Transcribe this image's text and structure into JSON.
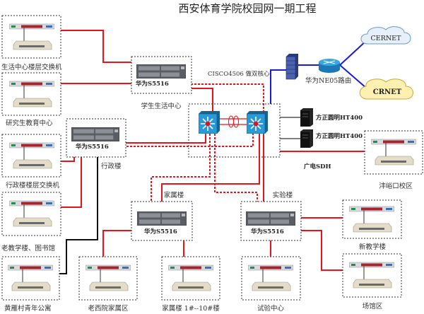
{
  "title": "西安体育学院校园网一期工程",
  "core": {
    "label": "CISCO4506 做双核心",
    "sdh_label": "广电SDH"
  },
  "router": {
    "label": "华为NE05路由"
  },
  "clouds": {
    "cernet": "CERNET",
    "crnet": "CRNET"
  },
  "servers": [
    "方正圆明HT400",
    "方正圆明HT400"
  ],
  "distribution": {
    "student": {
      "model": "华为S5516",
      "name": "学生生活中心"
    },
    "admin": {
      "model": "华为S5516",
      "name": "行政楼"
    },
    "family": {
      "model": "华为S5516",
      "name": "家属楼"
    },
    "lab": {
      "model": "华为S5516",
      "name": "实验楼"
    }
  },
  "access": {
    "life_center": "生活中心楼层交换机",
    "grad": "研究生教育中心",
    "admin_floor": "行政楼楼层交换机",
    "old_teaching": "老教学楼、图书馆",
    "huangyan": "黄雁村青年公寓",
    "fengyu": "沣峪口校区",
    "old_west": "老西院家属区",
    "family_1_10": "家属楼 1#--10#楼",
    "test_center": "试验中心",
    "new_teaching": "新教学楼",
    "venue": "场馆区"
  },
  "colors": {
    "link_red": "#e8141c",
    "wan_blue": "#1a1adc",
    "core_blue": "#1f8fc8"
  }
}
